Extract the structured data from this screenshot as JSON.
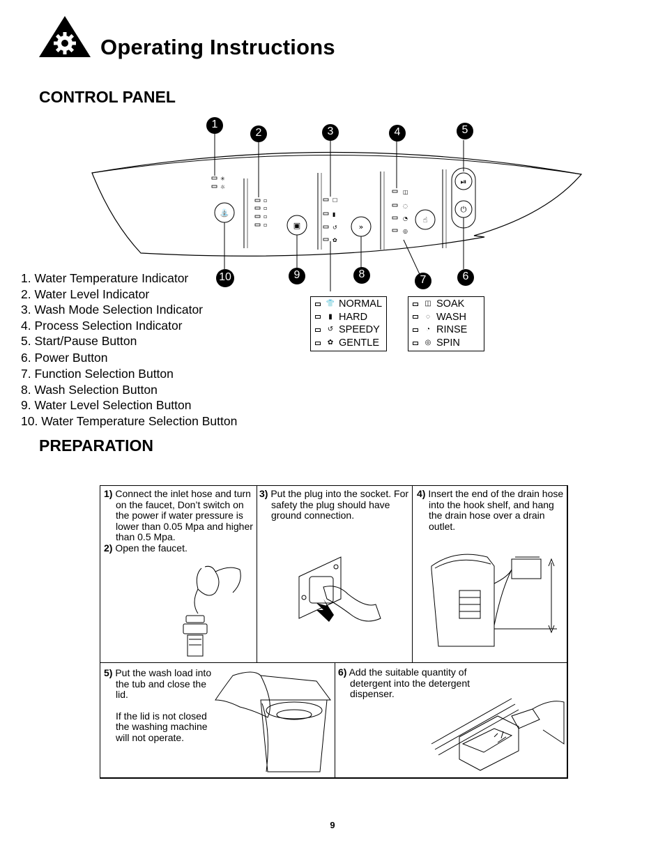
{
  "header": {
    "title": "Operating Instructions",
    "logo_icon": "gear-warning-icon"
  },
  "sections": {
    "control_panel": "CONTROL PANEL",
    "preparation": "PREPARATION"
  },
  "callouts": [
    "1",
    "2",
    "3",
    "4",
    "5",
    "6",
    "7",
    "8",
    "9",
    "10"
  ],
  "legend": [
    "1. Water Temperature Indicator",
    "2. Water Level Indicator",
    "3. Wash Mode Selection Indicator",
    "4. Process Selection Indicator",
    "5. Start/Pause Button",
    "6. Power Button",
    "7. Function Selection Button",
    "8. Wash Selection Button",
    "9. Water Level Selection Button",
    "10. Water Temperature Selection Button"
  ],
  "wash_modes": [
    {
      "label": "NORMAL",
      "icon": "shirt-icon"
    },
    {
      "label": "HARD",
      "icon": "jeans-icon"
    },
    {
      "label": "SPEEDY",
      "icon": "swirl-icon"
    },
    {
      "label": "GENTLE",
      "icon": "delicate-icon"
    }
  ],
  "process_modes": [
    {
      "label": "SOAK",
      "icon": "soak-icon"
    },
    {
      "label": "WASH",
      "icon": "wash-icon"
    },
    {
      "label": "RINSE",
      "icon": "rinse-icon"
    },
    {
      "label": "SPIN",
      "icon": "spin-icon"
    }
  ],
  "steps": {
    "s1_num": "1)",
    "s1_text": "Connect the inlet hose and turn on the faucet, Don’t switch on the power if water pressure is lower than 0.05 Mpa and higher than 0.5 Mpa.",
    "s2_num": "2)",
    "s2_text": "Open the faucet.",
    "s3_num": "3)",
    "s3_text": "Put the plug into the socket. For safety the plug should have ground connection.",
    "s4_num": "4)",
    "s4_text": "Insert the end of the drain hose into the hook shelf, and hang the drain hose over a drain outlet.",
    "s5_num": "5)",
    "s5_text": "Put the wash load into the tub and close the lid.",
    "s5_note": "If the lid is not closed the washing machine will not operate.",
    "s6_num": "6)",
    "s6_text": "Add the suitable quantity of detergent into the detergent dispenser."
  },
  "page_number": "9"
}
